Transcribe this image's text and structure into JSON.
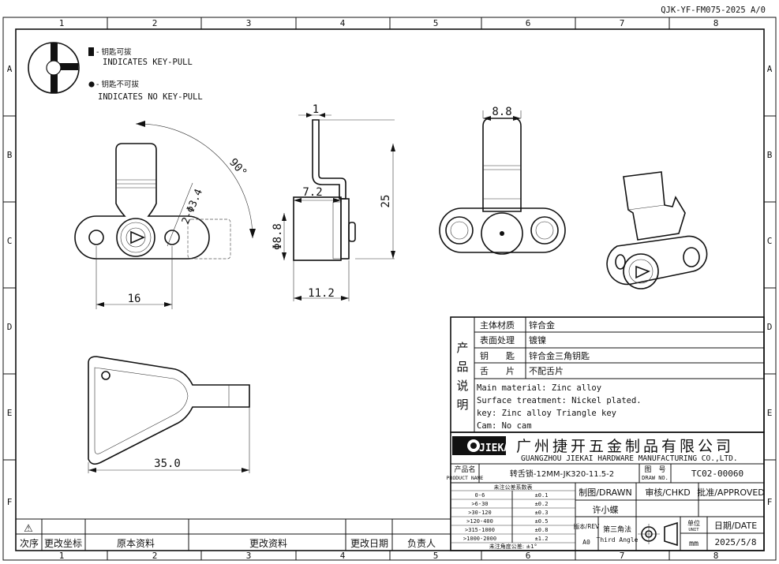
{
  "doc_code": "QJK-YF-FM075-2025 A/0",
  "grid": {
    "columns": [
      "1",
      "2",
      "3",
      "4",
      "5",
      "6",
      "7",
      "8"
    ],
    "rows": [
      "A",
      "B",
      "C",
      "D",
      "E",
      "F"
    ]
  },
  "legend": {
    "keypull_cn": "- 钥匙可拔",
    "keypull_en": "INDICATES KEY-PULL",
    "nokeypull_cn": "- 钥匙不可拔",
    "nokeypull_en": "INDICATES NO KEY-PULL"
  },
  "dimensions": {
    "angle": "90°",
    "hole": "2-Φ3.4",
    "pitch": "16",
    "thickness": "1",
    "inner": "7.2",
    "height": "25",
    "dia": "Φ8.8",
    "length": "11.2",
    "width": "8.8",
    "key_len": "35.0"
  },
  "spec": {
    "side_label": [
      "产",
      "品",
      "说",
      "明"
    ],
    "rows": [
      {
        "label": "主体材质",
        "value": "锌合金"
      },
      {
        "label": "表面处理",
        "value": "镀镍"
      },
      {
        "label": "钥　　匙",
        "value": "锌合金三角钥匙"
      },
      {
        "label": "舌　　片",
        "value": "不配舌片"
      }
    ],
    "english": [
      "Main material: Zinc alloy",
      "Surface treatment:  Nickel plated.",
      "key: Zinc alloy Triangle key",
      "Cam: No cam"
    ]
  },
  "company": {
    "logo": "JIEKAI",
    "name_cn": "广州捷开五金制品有限公司",
    "name_en": "GUANGZHOU JIEKAI HARDWARE MANUFACTURING CO.,LTD."
  },
  "product": {
    "label_cn": "产品名",
    "label_en": "PRODUCT NAME",
    "name": "转舌锁-12MM-JK320-11.5-2",
    "drawno_cn": "图　号",
    "drawno_en": "DRAW NO.",
    "drawno": "TC02-00060"
  },
  "tolerance": {
    "header": "未注公差系数表",
    "rows": [
      {
        "range": "0-6",
        "tol": "±0.1"
      },
      {
        "range": ">6-30",
        "tol": "±0.2"
      },
      {
        "range": ">30-120",
        "tol": "±0.3"
      },
      {
        "range": ">120-400",
        "tol": "±0.5"
      },
      {
        "range": ">315-1000",
        "tol": "±0.8"
      },
      {
        "range": ">1000-2000",
        "tol": "±1.2"
      }
    ],
    "angle_note": "未注角度公差: ±1°"
  },
  "signoff": {
    "drawn": "制图/DRAWN",
    "chkd": "审核/CHKD",
    "approved": "批准/APPROVED",
    "drawn_name": "许小蝶",
    "rev_label": "版本/REV",
    "rev": "A0",
    "proj_cn": "第三角法",
    "proj_en": "Third Angle",
    "unit_cn": "单位",
    "unit_en": "UNIT",
    "unit": "mm",
    "date_label": "日期/DATE",
    "date": "2025/5/8"
  },
  "revision": {
    "warn": "⚠",
    "headers": [
      "次序",
      "更改坐标",
      "原本资料",
      "更改资料",
      "更改日期",
      "负责人"
    ]
  }
}
